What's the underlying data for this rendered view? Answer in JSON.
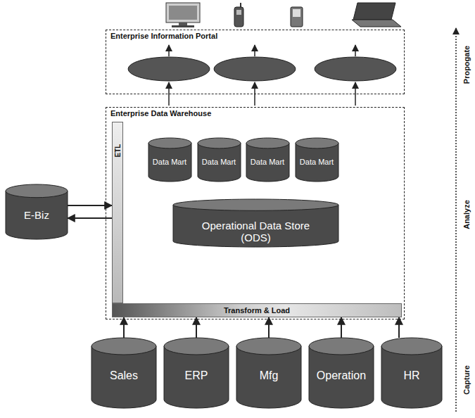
{
  "diagram": {
    "nodes": [
      {
        "text": [
          "Enterprise Information Portal"
        ]
      },
      {
        "text": [
          "Enterprise Data Warehouse"
        ]
      },
      {
        "text": [
          "Data Mart"
        ],
        "in": 1
      },
      {
        "text": [
          "Data Mart"
        ],
        "in": 1
      },
      {
        "text": [
          "Data Mart"
        ],
        "in": 1
      },
      {
        "text": [
          "Data Mart"
        ],
        "in": 1
      },
      {
        "text": [
          "Operational Data Store (ODS)"
        ],
        "in": 1
      },
      {
        "text": [
          "ETL"
        ],
        "in": 1
      },
      {
        "text": [
          "Transform & Load"
        ],
        "in": 1
      },
      {
        "text": [
          "E-Biz"
        ]
      },
      {
        "text": [
          "Sales"
        ]
      },
      {
        "text": [
          "ERP"
        ]
      },
      {
        "text": [
          "Mfg"
        ]
      },
      {
        "text": [
          "Operation"
        ]
      },
      {
        "text": [
          "HR"
        ]
      }
    ],
    "edges": [
      {
        "from": 10,
        "to": 8,
        "arrow": "to"
      },
      {
        "from": 11,
        "to": 8,
        "arrow": "to"
      },
      {
        "from": 12,
        "to": 8,
        "arrow": "to"
      },
      {
        "from": 13,
        "to": 8,
        "arrow": "to"
      },
      {
        "from": 14,
        "to": 8,
        "arrow": "to"
      },
      {
        "from": 9,
        "to": 7,
        "arrow": "to"
      },
      {
        "from": 7,
        "to": 9,
        "arrow": "to"
      }
    ],
    "labels": [
      "Propogate",
      "Analyze",
      "Capture"
    ]
  }
}
